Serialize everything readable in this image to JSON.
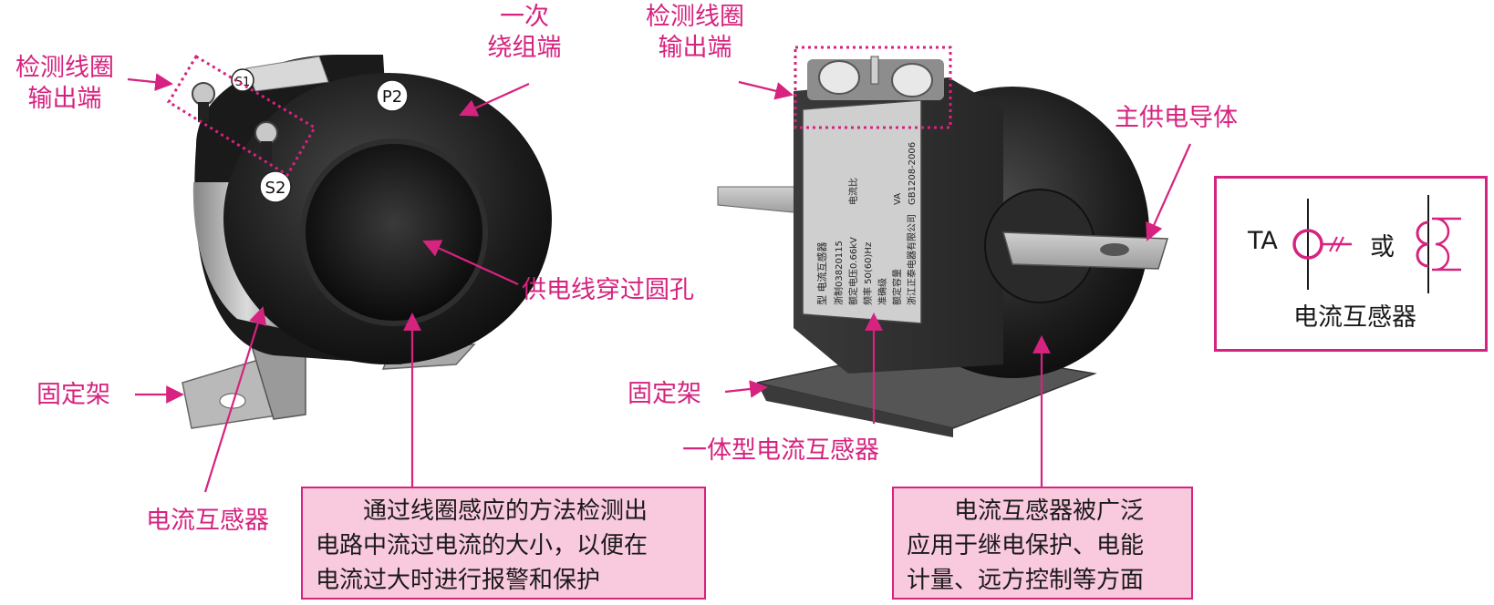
{
  "labels": {
    "left_output_line1": "检测线圈",
    "left_output_line2": "输出端",
    "primary_line1": "一次",
    "primary_line2": "绕组端",
    "hole": "供电线穿过圆孔",
    "left_bracket": "固定架",
    "left_ct": "电流互感器",
    "right_output_line1": "检测线圈",
    "right_output_line2": "输出端",
    "main_conductor": "主供电导体",
    "right_bracket": "固定架",
    "integrated_ct": "一体型电流互感器"
  },
  "terminals": {
    "p2": "P2",
    "s1": "S1",
    "s2": "S2"
  },
  "notes": {
    "left": [
      "通过线圈感应的方法检测出",
      "电路中流过电流的大小，以便在",
      "电流过大时进行报警和保护"
    ],
    "right": [
      "电流互感器被广泛",
      "应用于继电保护、电能",
      "计量、远方控制等方面"
    ]
  },
  "symbol": {
    "ta": "TA",
    "or": "或",
    "caption": "电流互感器"
  },
  "nameplate": {
    "title": "型 电流互感器",
    "standard": "GB1208-2006",
    "code": "浙制03820115",
    "rated_voltage": "额定电压0.66kV",
    "ratio": "电流比",
    "frequency": "频率 50(60)Hz",
    "accuracy": "准确级",
    "capacity": "额定容量",
    "va": "VA",
    "maker": "浙江正泰电器有限公司"
  },
  "colors": {
    "accent": "#d6237f",
    "note_bg": "#f9c9de",
    "body": "#1f1f1f"
  }
}
